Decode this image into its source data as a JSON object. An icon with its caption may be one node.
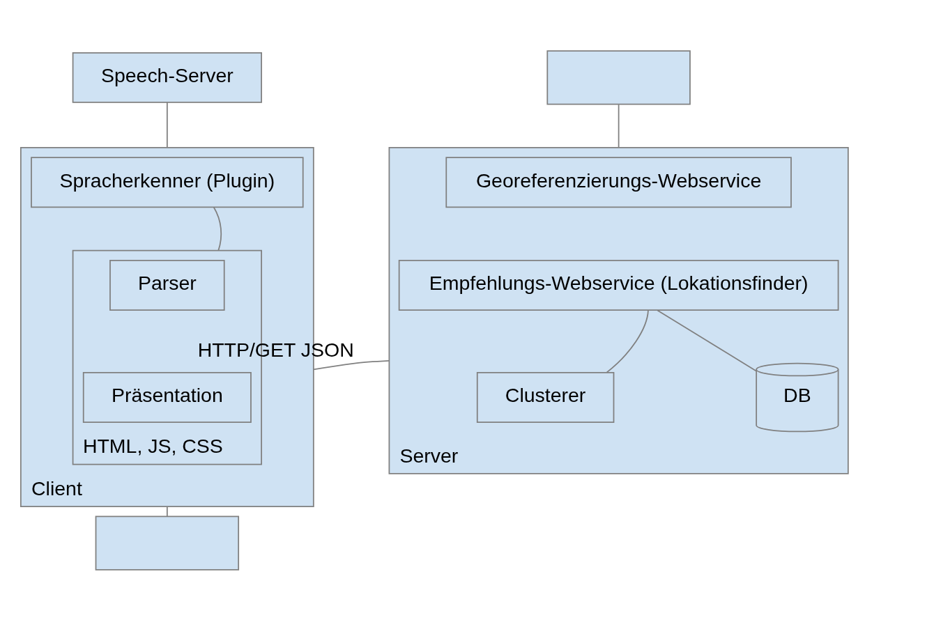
{
  "diagram": {
    "nodes": [
      {
        "text": [
          "Speech-Server"
        ]
      },
      {
        "text": [],
        "shape": "box"
      },
      {
        "text": [
          "Client"
        ]
      },
      {
        "text": [
          "Spracherkenner (Plugin)"
        ],
        "in": 2
      },
      {
        "text": [
          "HTML, JS, CSS"
        ],
        "in": 2
      },
      {
        "text": [
          "Parser"
        ],
        "in": 4
      },
      {
        "text": [
          "Präsentation"
        ],
        "in": 4
      },
      {
        "text": [
          "Server"
        ]
      },
      {
        "text": [
          "Georeferenzierungs-Webservice"
        ],
        "in": 7
      },
      {
        "text": [
          "Empfehlungs-Webservice (Lokationsfinder)"
        ],
        "in": 7
      },
      {
        "text": [
          "Clusterer"
        ],
        "in": 7
      },
      {
        "text": [
          "DB"
        ],
        "in": 7
      },
      {
        "text": [],
        "shape": "box"
      }
    ],
    "edges": [
      {
        "from": 0,
        "to": 2,
        "arrow": "none"
      },
      {
        "from": 1,
        "to": 7,
        "arrow": "none"
      },
      {
        "from": 3,
        "to": 4,
        "arrow": "none"
      },
      {
        "from": 2,
        "to": 7,
        "arrow": "none",
        "label": "HTTP/GET JSON"
      },
      {
        "from": 9,
        "to": 10,
        "arrow": "none"
      },
      {
        "from": 9,
        "to": 11,
        "arrow": "none"
      },
      {
        "from": 2,
        "to": 12,
        "arrow": "none"
      }
    ]
  }
}
